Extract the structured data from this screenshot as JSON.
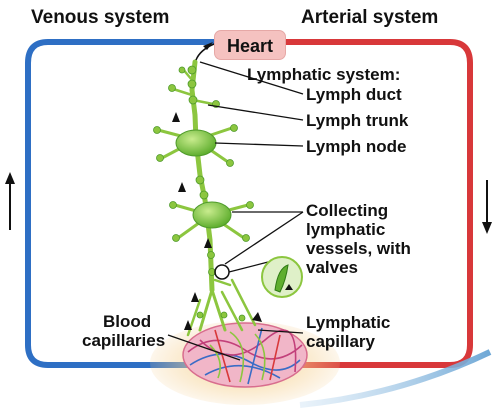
{
  "header": {
    "venous": "Venous system",
    "arterial": "Arterial system",
    "heart": "Heart"
  },
  "labels": {
    "lymphatic_system": "Lymphatic system:",
    "lymph_duct": "Lymph duct",
    "lymph_trunk": "Lymph trunk",
    "lymph_node": "Lymph node",
    "collecting": [
      "Collecting",
      "lymphatic",
      "vessels, with",
      "valves"
    ],
    "blood_capillaries": [
      "Blood",
      "capillaries"
    ],
    "lymphatic_capillary": [
      "Lymphatic",
      "capillary"
    ]
  },
  "colors": {
    "venous": "#2e6fc4",
    "arterial": "#d8383a",
    "lymph": "#8cc63f",
    "lymph_dark": "#4e9a2a",
    "heart_box": "#f5c2c0",
    "capillary_bed": "#e8a0b8"
  },
  "flow_arrows": {
    "venous": "up",
    "arterial": "down"
  }
}
